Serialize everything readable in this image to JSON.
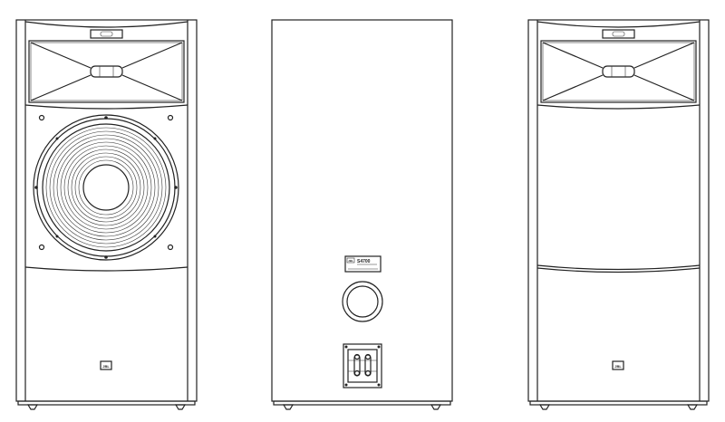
{
  "figure": {
    "views": [
      {
        "name": "front-with-grille-removed"
      },
      {
        "name": "rear"
      },
      {
        "name": "front-with-grille"
      }
    ],
    "rear_label": {
      "brand": "JBL",
      "model": "S4700"
    },
    "badge_text": "JBL",
    "line_color": "#222222",
    "background": "#ffffff"
  }
}
